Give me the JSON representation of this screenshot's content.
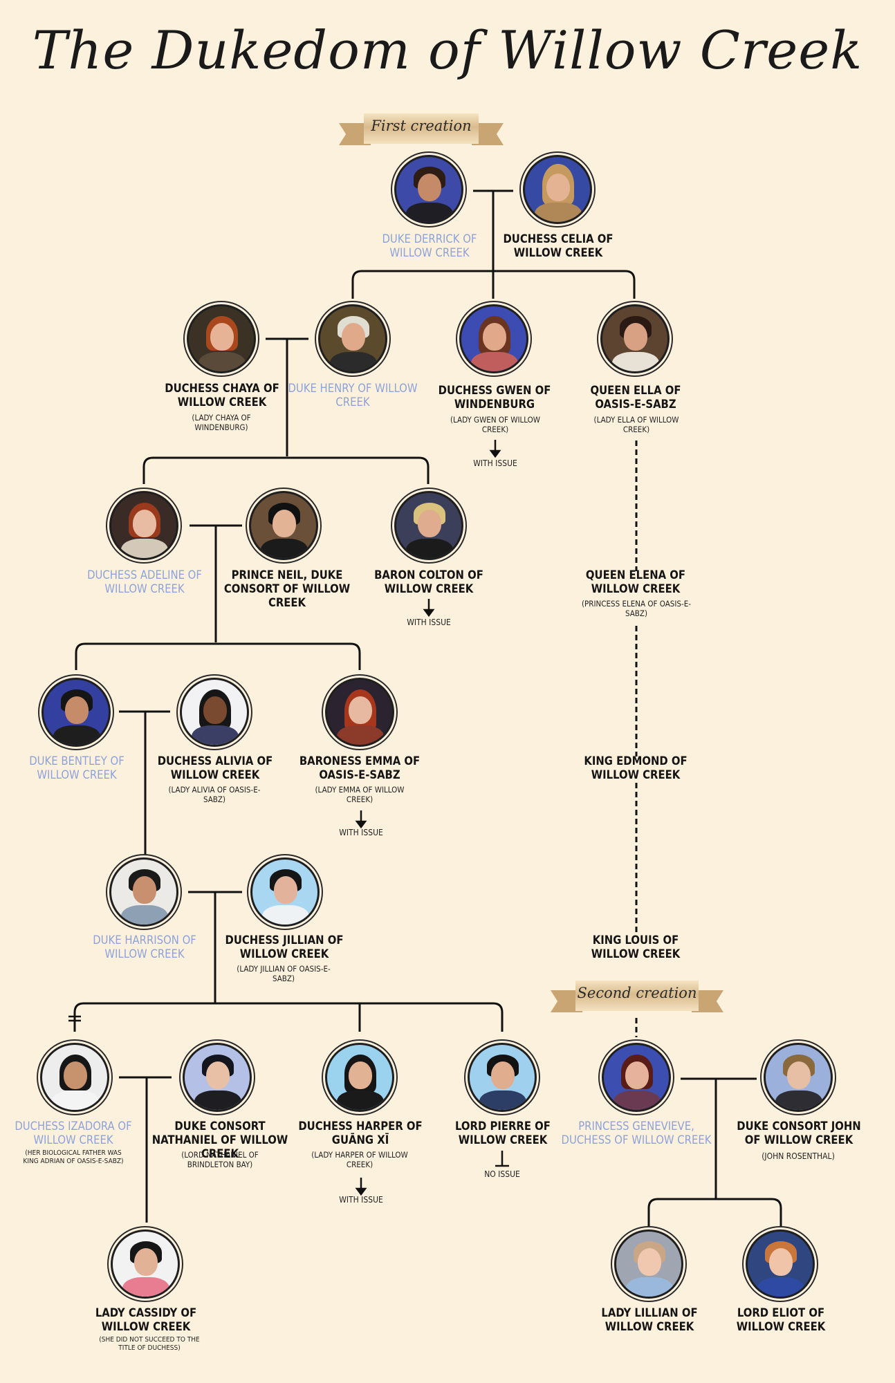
{
  "title": "The Dukedom of Willow Creek",
  "colors": {
    "background": "#fcf1dd",
    "heir_name": "#8da2d8",
    "line": "#111111"
  },
  "ribbons": {
    "first": "First creation",
    "second": "Second creation"
  },
  "people": {
    "derrick": {
      "name": "DUKE DERRICK OF WILLOW CREEK",
      "heir": true
    },
    "celia": {
      "name": "DUCHESS CELIA OF WILLOW CREEK"
    },
    "chaya": {
      "name": "DUCHESS CHAYA OF WILLOW CREEK",
      "sub": "(LADY CHAYA OF WINDENBURG)"
    },
    "henry": {
      "name": "DUKE HENRY OF WILLOW CREEK",
      "heir": true
    },
    "gwen": {
      "name": "DUCHESS GWEN OF WINDENBURG",
      "sub": "(LADY GWEN OF WILLOW CREEK)",
      "note": "WITH ISSUE"
    },
    "ella": {
      "name": "QUEEN ELLA OF OASIS-E-SABZ",
      "sub": "(LADY ELLA OF WILLOW CREEK)"
    },
    "adeline": {
      "name": "DUCHESS ADELINE OF WILLOW CREEK",
      "heir": true
    },
    "neil": {
      "name": "PRINCE NEIL, DUKE CONSORT OF WILLOW CREEK"
    },
    "colton": {
      "name": "BARON COLTON OF WILLOW CREEK",
      "note": "WITH ISSUE"
    },
    "elena": {
      "name": "QUEEN ELENA OF WILLOW CREEK",
      "sub": "(PRINCESS ELENA OF OASIS-E-SABZ)"
    },
    "bentley": {
      "name": "DUKE BENTLEY OF WILLOW CREEK",
      "heir": true
    },
    "alivia": {
      "name": "DUCHESS ALIVIA OF WILLOW CREEK",
      "sub": "(LADY ALIVIA OF OASIS-E-SABZ)"
    },
    "emma": {
      "name": "BARONESS EMMA OF OASIS-E-SABZ",
      "sub": "(LADY EMMA OF WILLOW CREEK)",
      "note": "WITH ISSUE"
    },
    "edmond": {
      "name": "KING EDMOND OF WILLOW CREEK"
    },
    "harrison": {
      "name": "DUKE HARRISON OF WILLOW CREEK",
      "heir": true
    },
    "jillian": {
      "name": "DUCHESS JILLIAN OF WILLOW CREEK",
      "sub": "(LADY JILLIAN OF OASIS-E-SABZ)"
    },
    "louis": {
      "name": "KING LOUIS OF WILLOW CREEK"
    },
    "izadora": {
      "name": "DUCHESS IZADORA OF WILLOW CREEK",
      "heir": true,
      "sub": "(HER BIOLOGICAL FATHER WAS KING ADRIAN OF OASIS-E-SABZ)"
    },
    "nathaniel": {
      "name": "DUKE CONSORT NATHANIEL OF WILLOW CREEK",
      "sub": "(LORD NATHANIEL OF BRINDLETON BAY)"
    },
    "harper": {
      "name": "DUCHESS HARPER OF GUĀNG XĪ",
      "sub": "(LADY HARPER OF WILLOW CREEK)",
      "note": "WITH ISSUE"
    },
    "pierre": {
      "name": "LORD PIERRE OF WILLOW CREEK",
      "note": "NO ISSUE"
    },
    "genevieve": {
      "name": "PRINCESS GENEVIEVE, DUCHESS OF WILLOW CREEK",
      "heir": true
    },
    "john": {
      "name": "DUKE CONSORT JOHN OF WILLOW CREEK",
      "sub": "(JOHN ROSENTHAL)"
    },
    "cassidy": {
      "name": "LADY CASSIDY OF WILLOW CREEK",
      "sub": "(SHE DID NOT SUCCEED TO THE TITLE OF DUCHESS)"
    },
    "lillian": {
      "name": "LADY LILLIAN OF WILLOW CREEK"
    },
    "eliot": {
      "name": "LORD ELIOT OF WILLOW CREEK"
    }
  }
}
